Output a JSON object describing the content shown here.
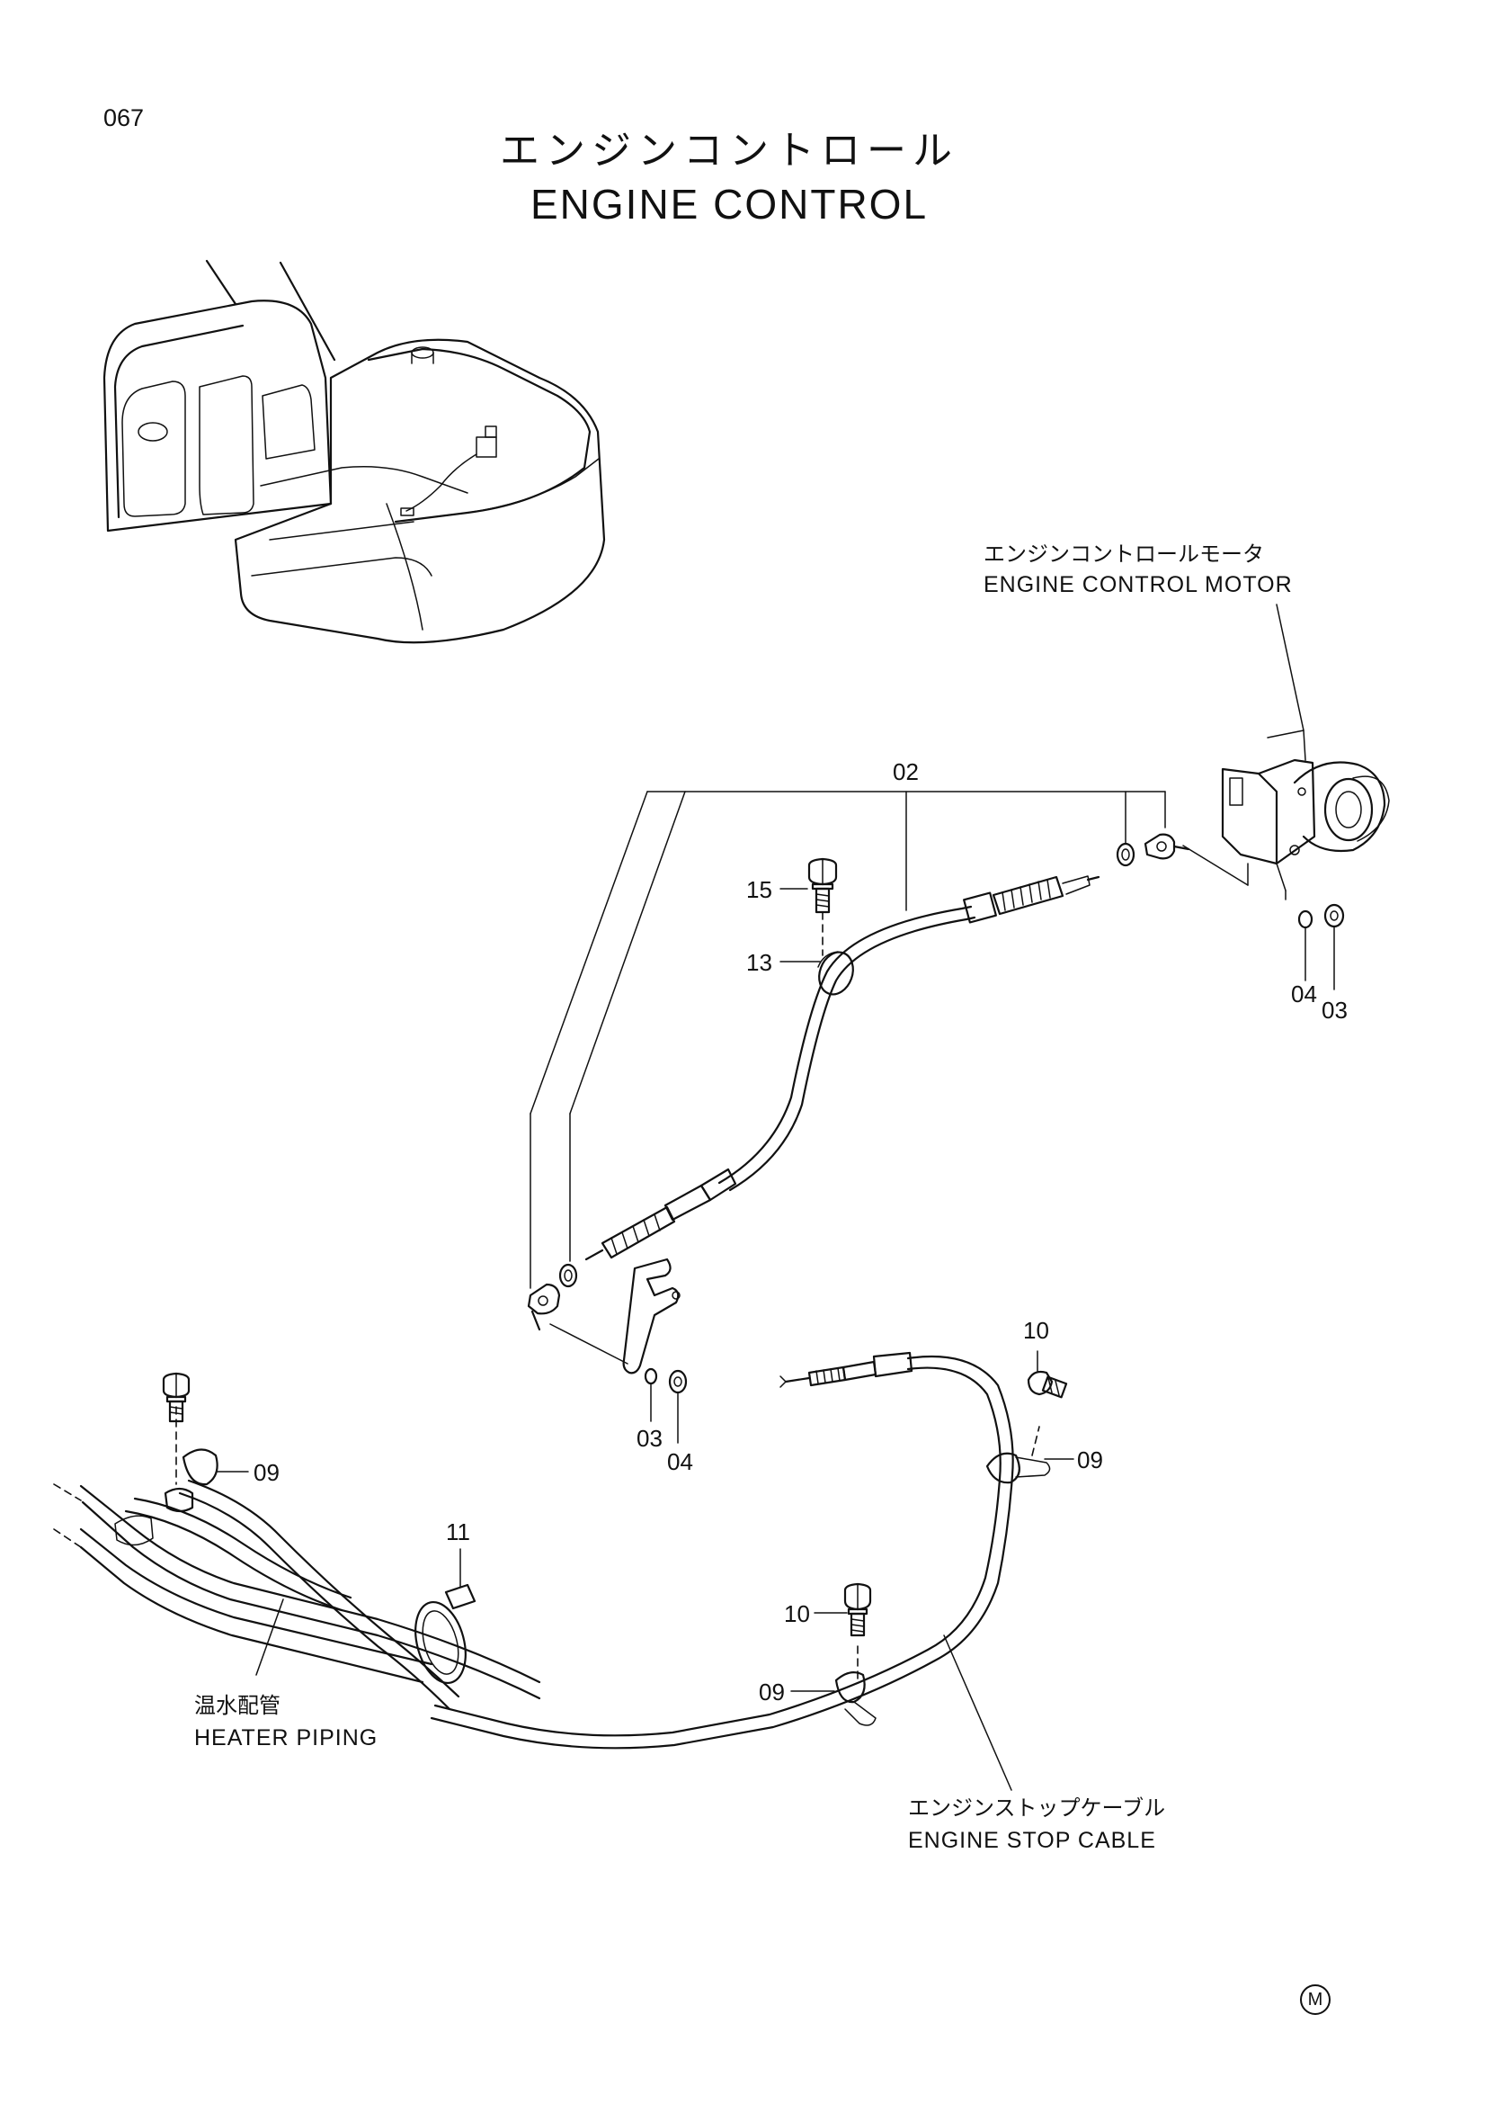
{
  "page": {
    "number": "067",
    "title_jp": "エンジンコントロール",
    "title_en": "ENGINE CONTROL",
    "marker": "M"
  },
  "labels": {
    "motor_jp": "エンジンコントロールモータ",
    "motor_en": "ENGINE CONTROL MOTOR",
    "heater_jp": "温水配管",
    "heater_en": "HEATER PIPING",
    "stop_cable_jp": "エンジンストップケーブル",
    "stop_cable_en": "ENGINE STOP CABLE"
  },
  "callouts": {
    "c02": "02",
    "c15": "15",
    "c13": "13",
    "c04_top": "04",
    "c03_top": "03",
    "c03_mid": "03",
    "c04_mid": "04",
    "c10_top": "10",
    "c09_right": "09",
    "c09_left": "09",
    "c11": "11",
    "c10_bottom": "10",
    "c09_bottom": "09"
  }
}
